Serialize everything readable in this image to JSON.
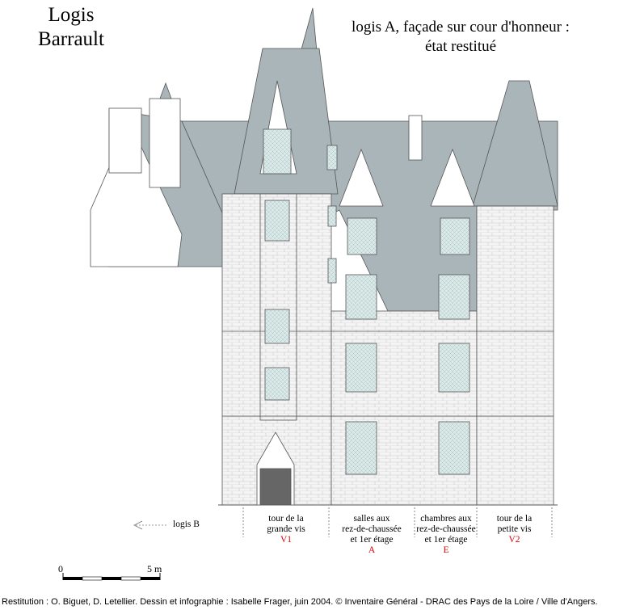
{
  "building_title": [
    "Logis",
    "Barrault"
  ],
  "view_title": [
    "logis A, façade sur cour d'honneur :",
    "état restitué"
  ],
  "pointer_label": "logis B",
  "sections": [
    {
      "lines": [
        "tour de la",
        "grande vis"
      ],
      "code": "V1"
    },
    {
      "lines": [
        "salles aux",
        "rez-de-chaussée",
        "et 1er étage"
      ],
      "code": "A"
    },
    {
      "lines": [
        "chambres aux",
        "rez-de-chaussée",
        "et 1er étage"
      ],
      "code": "E"
    },
    {
      "lines": [
        "tour de la",
        "petite vis"
      ],
      "code": "V2"
    }
  ],
  "scale": {
    "start": "0",
    "end": "5 m"
  },
  "credit": "Restitution : O. Biguet, D. Letellier. Dessin et infographie : Isabelle Frager, juin 2004.  © Inventaire Général - DRAC des Pays de la Loire / Ville d'Angers.",
  "colors": {
    "roof": "#a9b5b9",
    "stone": "#f4f4f4",
    "line": "#555555",
    "glass": "#dce9e9",
    "code": "#e00000"
  }
}
